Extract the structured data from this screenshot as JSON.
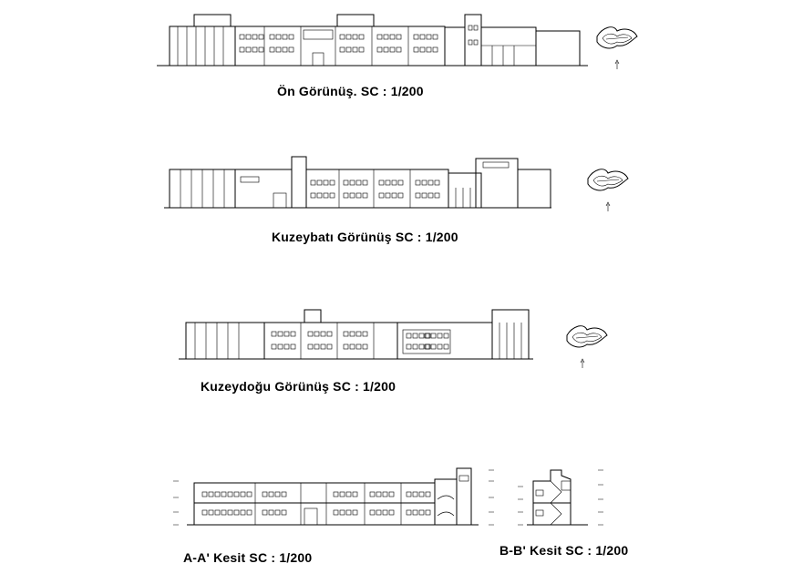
{
  "drawing": {
    "views": [
      {
        "id": "front",
        "caption": "Ön Görünüş.  SC : 1/200"
      },
      {
        "id": "northwest",
        "caption": "Kuzeybatı Görünüş  SC : 1/200"
      },
      {
        "id": "northeast",
        "caption": "Kuzeydoğu Görünüş  SC : 1/200"
      },
      {
        "id": "section-aa",
        "caption": "A-A' Kesit  SC : 1/200"
      },
      {
        "id": "section-bb",
        "caption": "B-B' Kesit  SC : 1/200"
      }
    ],
    "colors": {
      "line": "#000000",
      "background": "#ffffff"
    }
  }
}
